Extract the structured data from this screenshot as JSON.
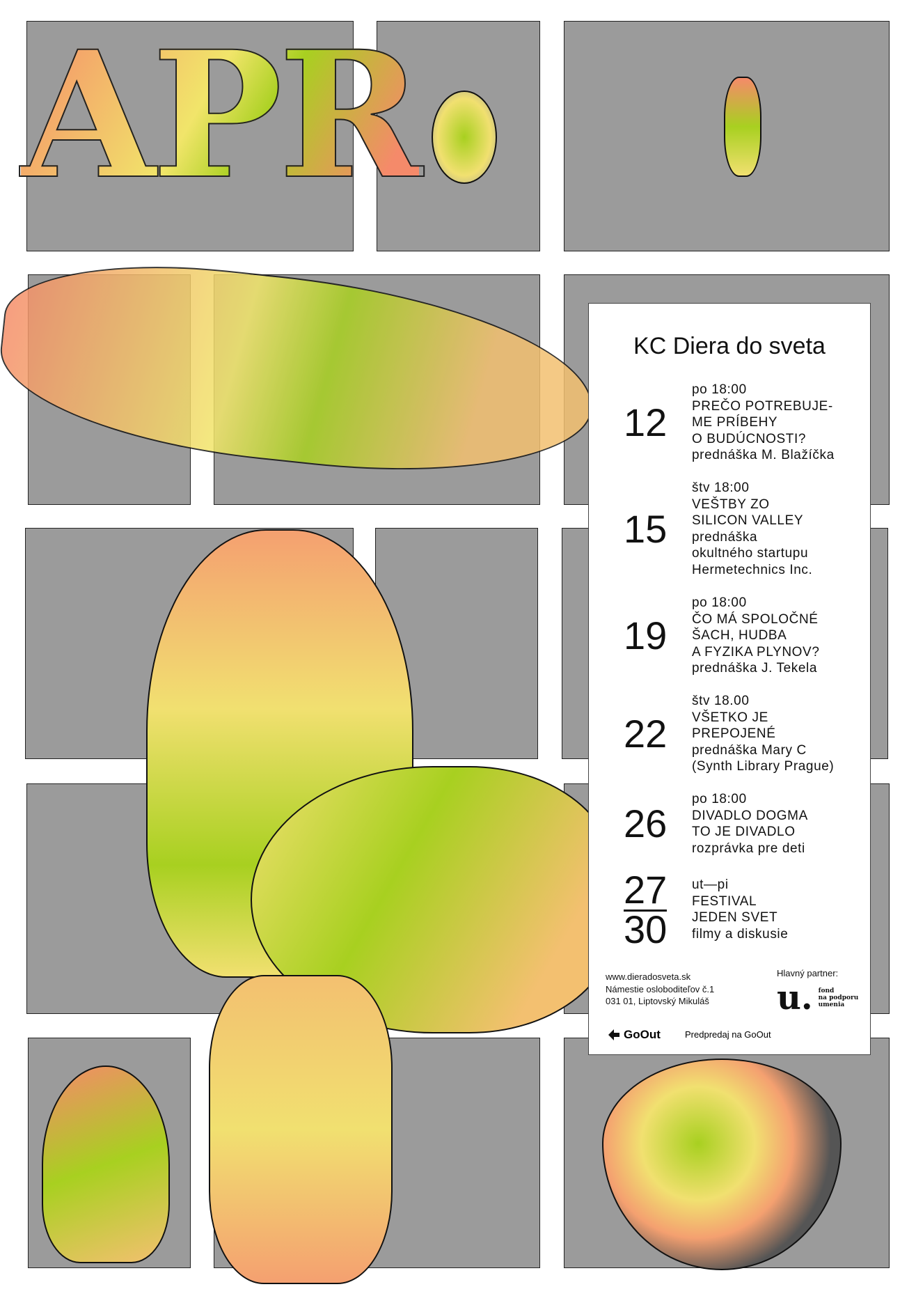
{
  "poster": {
    "month": "APR",
    "venue_title": "KC Diera do sveta",
    "events": [
      {
        "day": "12",
        "lines": [
          "po 18:00",
          "PREČO POTREBUJE-",
          "ME PRÍBEHY",
          "O BUDÚCNOSTI?",
          "prednáška M. Blažíčka"
        ]
      },
      {
        "day": "15",
        "lines": [
          "štv 18:00",
          "VEŠTBY ZO",
          "SILICON VALLEY",
          "prednáška",
          "okultného startupu",
          "Hermetechnics Inc."
        ]
      },
      {
        "day": "19",
        "lines": [
          "po 18:00",
          "ČO MÁ SPOLOČNÉ",
          "ŠACH, HUDBA",
          "A FYZIKA PLYNOV?",
          "prednáška J. Tekela"
        ]
      },
      {
        "day": "22",
        "lines": [
          "štv 18.00",
          "VŠETKO JE",
          "PREPOJENÉ",
          "prednáška Mary C",
          "(Synth Library Prague)"
        ]
      },
      {
        "day": "26",
        "lines": [
          "po 18:00",
          "DIVADLO DOGMA",
          "TO JE DIVADLO",
          "rozprávka pre deti"
        ]
      }
    ],
    "festival": {
      "day_from": "27",
      "day_to": "30",
      "lines": [
        "ut—pi",
        "FESTIVAL",
        "JEDEN SVET",
        "filmy a diskusie"
      ]
    },
    "footer": {
      "website": "www.dieradosveta.sk",
      "address_line1": "Námestie osloboditeľov č.1",
      "address_line2": "031 01, Liptovský Mikuláš",
      "partner_label": "Hlavný partner:",
      "partner_logo_letter": "u.",
      "partner_name_lines": [
        "fond",
        "na podporu",
        "umenia"
      ],
      "goout_logo": "GoOut",
      "presale": "Predpredaj na GoOut"
    },
    "colors": {
      "tile_gray": "#9b9b9b",
      "accent_green": "#a8d020",
      "accent_coral": "#f58a6a",
      "accent_yellow": "#f1e56a"
    }
  }
}
